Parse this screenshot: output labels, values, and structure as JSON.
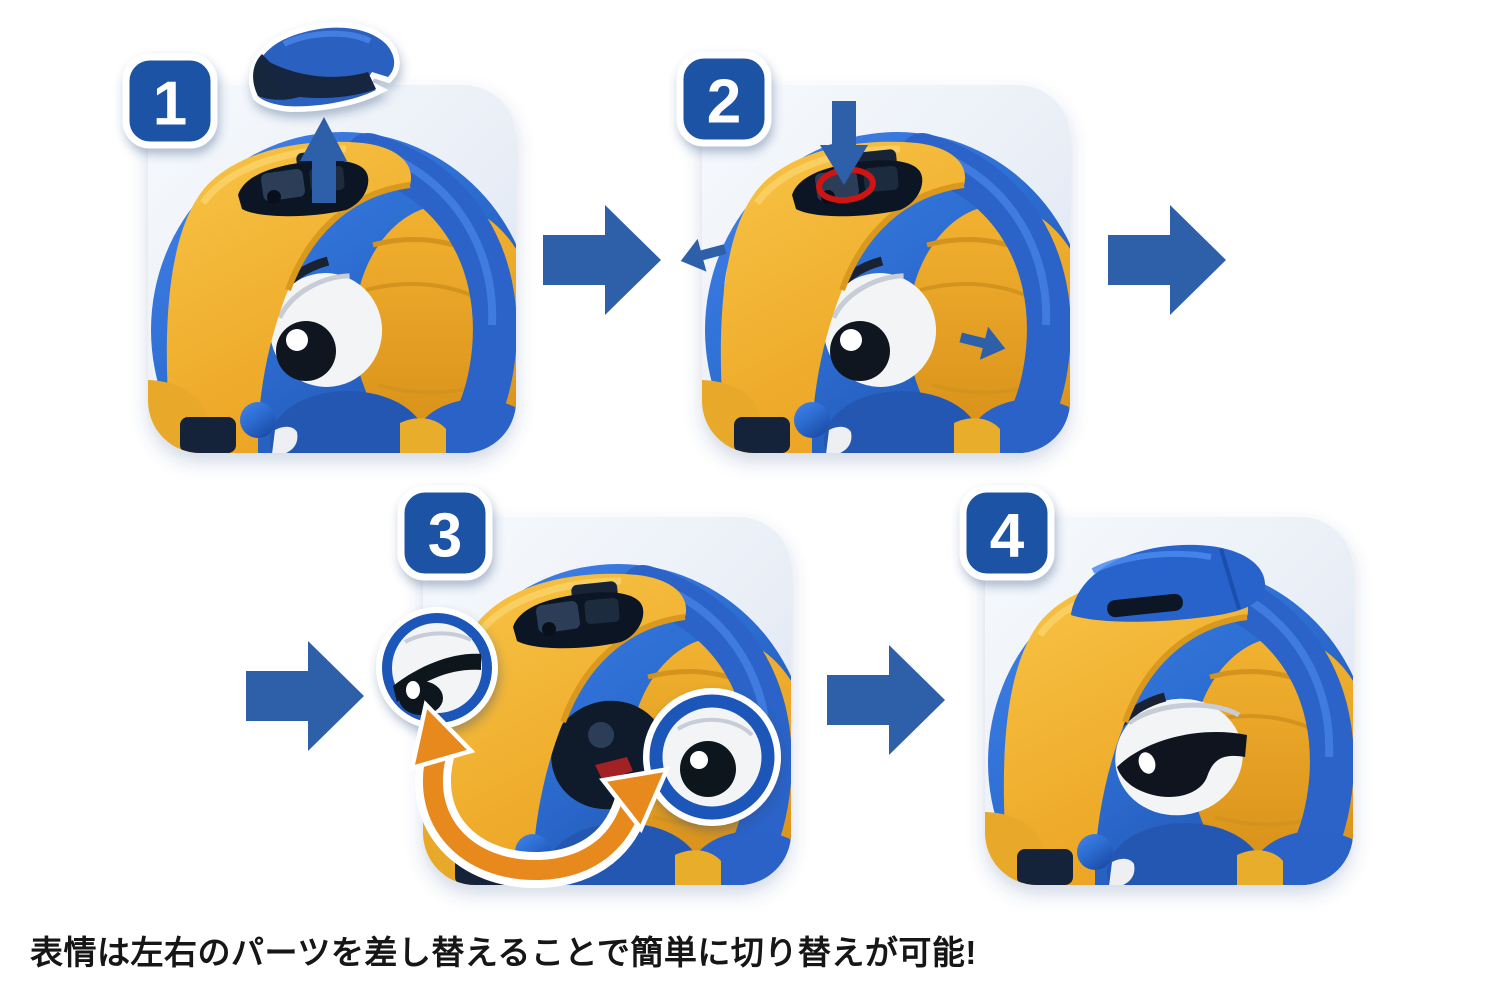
{
  "caption": "表情は左右のパーツを差し替えることで簡単に切り替えが可能!",
  "steps": [
    {
      "number": "1"
    },
    {
      "number": "2"
    },
    {
      "number": "3"
    },
    {
      "number": "4"
    }
  ],
  "icons": {
    "next_step_arrow": "solid-right-arrow",
    "remove_hatch_arrow": "up-arrow",
    "insert_arrow": "down-arrow",
    "slide_left_arrow": "small-left-arrow",
    "slide_right_arrow": "small-right-arrow",
    "swap_arrow": "orange-curved-double-arrow",
    "socket_highlight": "red-ellipse-ring"
  },
  "colors": {
    "badge_blue": "#1d53a4",
    "arrow_blue": "#2e5fa9",
    "swap_orange": "#e8891d",
    "ring_red": "#cf1414",
    "robot_blue": "#2e6fd4",
    "robot_yellow": "#f5b93a",
    "eye_white": "#f3f4f6",
    "dark_navy": "#131c2b",
    "panel_light": "#f7fafd",
    "panel_dark": "#d6e1f0",
    "caption_color": "#161616"
  }
}
